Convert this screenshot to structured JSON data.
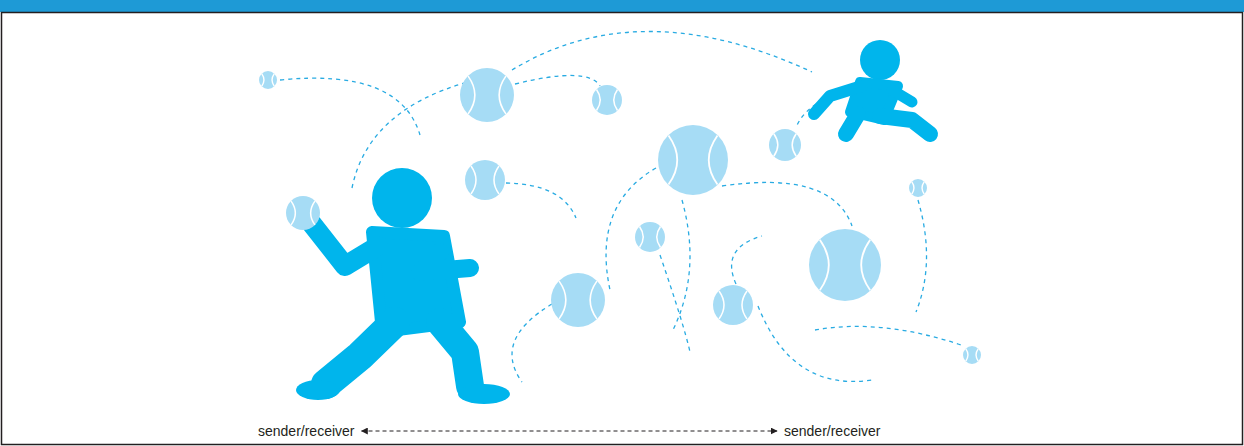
{
  "diagram": {
    "nodes": [
      {
        "text": [
          "sender/receiver"
        ]
      },
      {
        "text": [
          "sender/receiver"
        ]
      }
    ],
    "edges": [
      {
        "from": 0,
        "to": 1,
        "arrow": "both"
      }
    ]
  }
}
